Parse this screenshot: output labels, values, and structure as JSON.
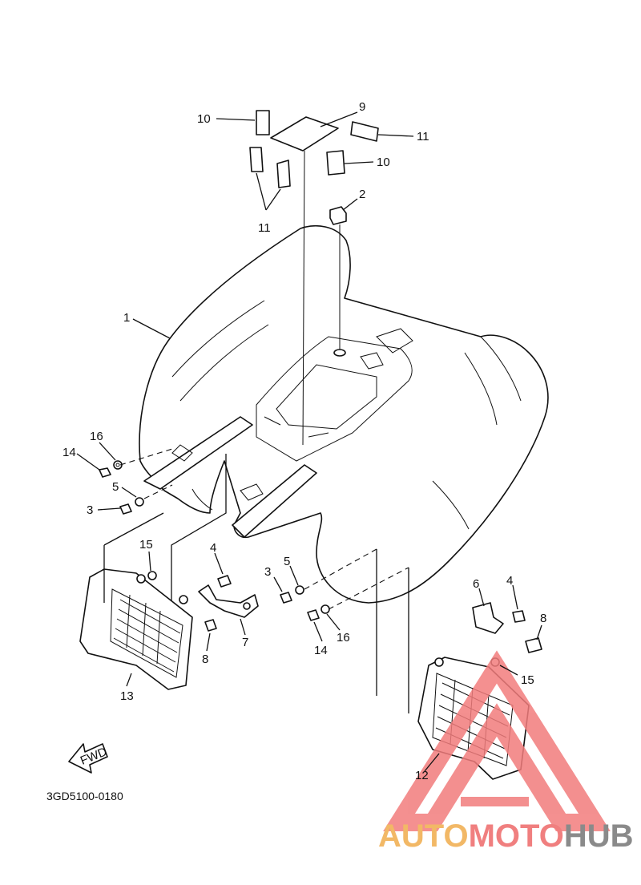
{
  "diagram": {
    "catalog_code": "3GD5100-0180",
    "fwd_arrow_text": "FWD",
    "callouts": {
      "c1": "1",
      "c2": "2",
      "c3a": "3",
      "c3b": "3",
      "c4a": "4",
      "c4b": "4",
      "c5a": "5",
      "c5b": "5",
      "c6": "6",
      "c7": "7",
      "c8a": "8",
      "c8b": "8",
      "c9": "9",
      "c10a": "10",
      "c10b": "10",
      "c11a": "11",
      "c11b": "11",
      "c12": "12",
      "c13": "13",
      "c14a": "14",
      "c14b": "14",
      "c15a": "15",
      "c15b": "15",
      "c16a": "16",
      "c16b": "16"
    }
  },
  "watermark": {
    "text_part1": "AUTO",
    "text_part2": "MOTO",
    "text_part3": "HUB",
    "colors": {
      "auto": "#f2b866",
      "moto": "#f07f7f",
      "hub": "#8a8a8a",
      "triangle": "#f27c7c"
    }
  }
}
